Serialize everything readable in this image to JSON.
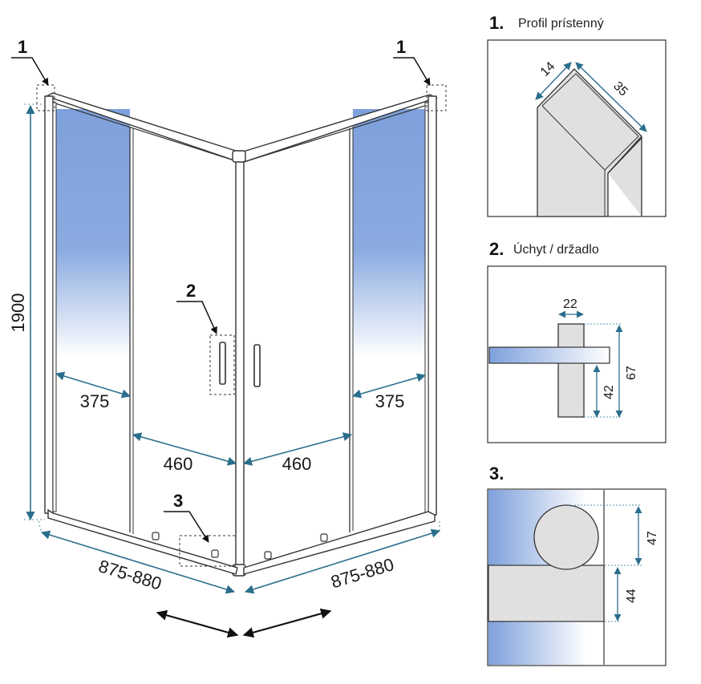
{
  "main": {
    "height_label": "1900",
    "left_width_label": "875-880",
    "right_width_label": "875-880",
    "left_fixed_label": "375",
    "right_fixed_label": "375",
    "left_door_label": "460",
    "right_door_label": "460",
    "callout_1_left": "1",
    "callout_1_right": "1",
    "callout_2": "2",
    "callout_3": "3"
  },
  "details": [
    {
      "number": "1.",
      "title": "Profil prístenný",
      "dim_a": "14",
      "dim_b": "35"
    },
    {
      "number": "2.",
      "title": "Úchyt / držadlo",
      "dim_a": "22",
      "dim_b": "42",
      "dim_c": "67"
    },
    {
      "number": "3.",
      "title": "",
      "dim_a": "47",
      "dim_b": "44"
    }
  ],
  "colors": {
    "dimension": "#2b6e8c",
    "glass": "#7ea0dc",
    "frame": "#333333"
  }
}
